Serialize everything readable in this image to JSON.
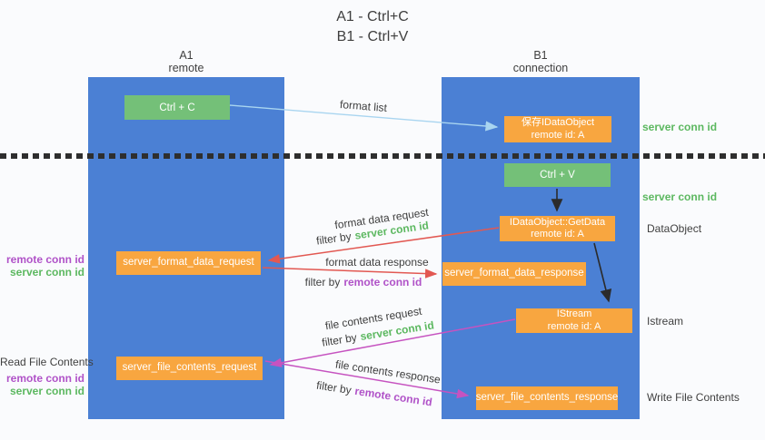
{
  "title": {
    "line1": "A1 - Ctrl+C",
    "line2": "B1 - Ctrl+V"
  },
  "lifelines": {
    "a1": {
      "name": "A1",
      "role": "remote"
    },
    "b1": {
      "name": "B1",
      "role": "connection"
    }
  },
  "nodes": {
    "ctrl_c": {
      "label": "Ctrl + C"
    },
    "ctrl_v": {
      "label": "Ctrl + V"
    },
    "save_idataobject": {
      "line1": "保存IDataObject",
      "line2": "remote id: A"
    },
    "getdata": {
      "line1": "IDataObject::GetData",
      "line2": "remote id: A"
    },
    "istream": {
      "line1": "IStream",
      "line2": "remote id: A"
    },
    "format_request": {
      "label": "server_format_data_request"
    },
    "format_response": {
      "label": "server_format_data_response"
    },
    "file_request": {
      "label": "server_file_contents_request"
    },
    "file_response": {
      "label": "server_file_contents_response"
    }
  },
  "annotations": {
    "server_conn_id_top": "server conn id",
    "server_conn_id_mid": "server conn id",
    "dataobject": "DataObject",
    "istream": "Istream",
    "write_file_contents": "Write File Contents",
    "read_file_contents": "Read File Contents",
    "format_remote_conn_id": "remote conn id",
    "format_server_conn_id": "server conn id",
    "file_remote_conn_id": "remote conn id",
    "file_server_conn_id": "server conn id"
  },
  "messages": {
    "format_list": {
      "label": "format list"
    },
    "format_data_request": {
      "label": "format data request",
      "filter_prefix": "filter by",
      "filter_key": "server conn id"
    },
    "format_data_response": {
      "label": "format data response",
      "filter_prefix": "filter by",
      "filter_key": "remote conn id"
    },
    "file_contents_request": {
      "label": "file contents request",
      "filter_prefix": "filter by",
      "filter_key": "server conn id"
    },
    "file_contents_response": {
      "label": "file contents response",
      "filter_prefix": "filter by",
      "filter_key": "remote conn id"
    }
  },
  "colors": {
    "lane_blue": "#4b80d4",
    "action_green": "#74c078",
    "node_orange": "#f8a640",
    "request_red": "#e25852",
    "response_magenta": "#c653c0",
    "format_list_blue": "#a9d5f0",
    "arrow_black": "#2b2b2b",
    "green_text": "#5cb860",
    "purple_text": "#b052c8",
    "dark_text": "#3f3f3f",
    "background": "#fafbfd"
  }
}
